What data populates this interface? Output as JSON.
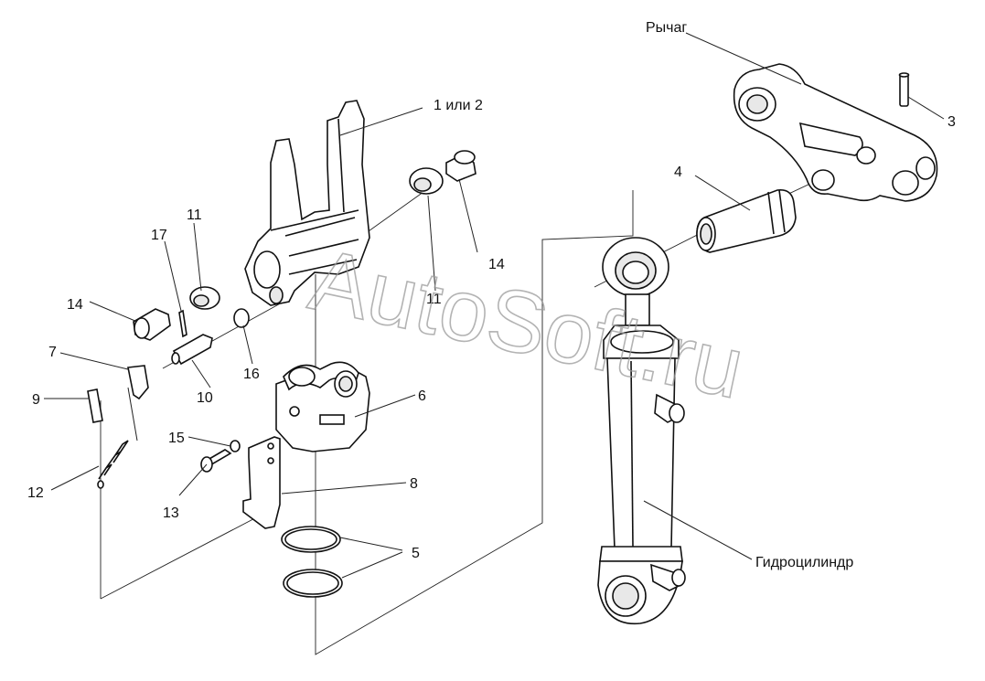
{
  "labels": {
    "lever": "Рычаг",
    "hydro": "Гидроцилиндр",
    "p1or2": "1 или 2",
    "p3": "3",
    "p4": "4",
    "p5": "5",
    "p6": "6",
    "p7": "7",
    "p8": "8",
    "p9": "9",
    "p10": "10",
    "p11a": "11",
    "p11b": "11",
    "p12": "12",
    "p13": "13",
    "p14a": "14",
    "p14b": "14",
    "p15": "15",
    "p16": "16",
    "p17": "17"
  },
  "watermark": "AutoSoft.ru"
}
